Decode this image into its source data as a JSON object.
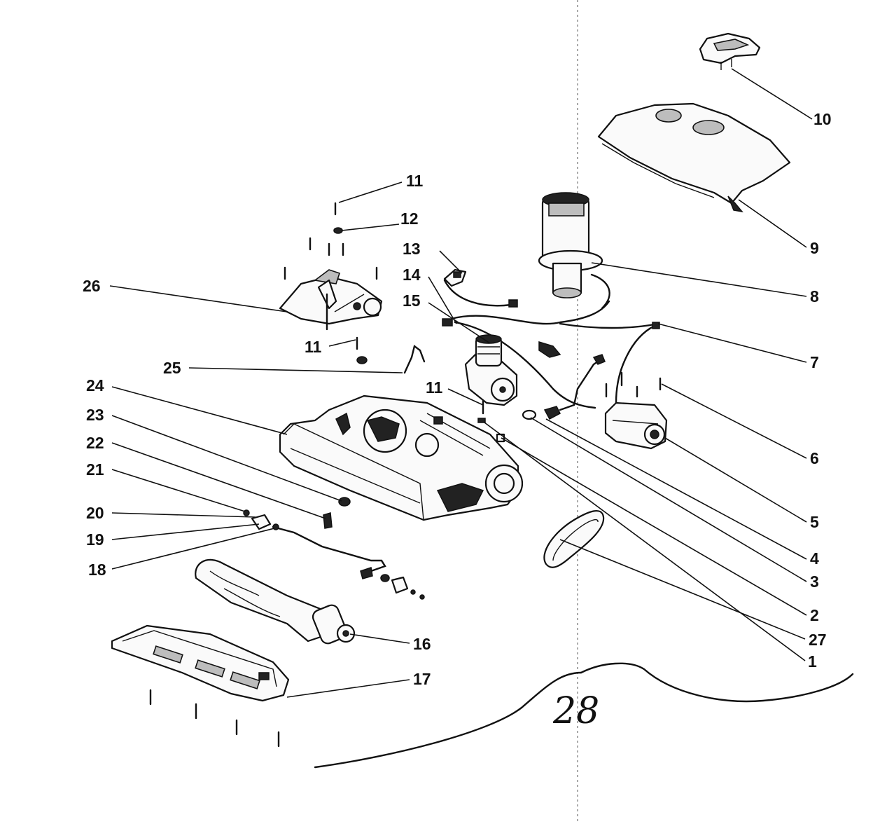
{
  "figure_number": "28",
  "callouts": [
    {
      "id": "c1",
      "text": "1"
    },
    {
      "id": "c2",
      "text": "2"
    },
    {
      "id": "c3",
      "text": "3"
    },
    {
      "id": "c4",
      "text": "4"
    },
    {
      "id": "c5",
      "text": "5"
    },
    {
      "id": "c6",
      "text": "6"
    },
    {
      "id": "c7",
      "text": "7"
    },
    {
      "id": "c8",
      "text": "8"
    },
    {
      "id": "c9",
      "text": "9"
    },
    {
      "id": "c10",
      "text": "10"
    },
    {
      "id": "c11a",
      "text": "11"
    },
    {
      "id": "c12",
      "text": "12"
    },
    {
      "id": "c13",
      "text": "13"
    },
    {
      "id": "c14",
      "text": "14"
    },
    {
      "id": "c15",
      "text": "15"
    },
    {
      "id": "c26",
      "text": "26"
    },
    {
      "id": "c11b",
      "text": "11"
    },
    {
      "id": "c25",
      "text": "25"
    },
    {
      "id": "c11c",
      "text": "11"
    },
    {
      "id": "c24",
      "text": "24"
    },
    {
      "id": "c23",
      "text": "23"
    },
    {
      "id": "c22",
      "text": "22"
    },
    {
      "id": "c21",
      "text": "21"
    },
    {
      "id": "c20",
      "text": "20"
    },
    {
      "id": "c19",
      "text": "19"
    },
    {
      "id": "c18",
      "text": "18"
    },
    {
      "id": "c16",
      "text": "16"
    },
    {
      "id": "c17",
      "text": "17"
    },
    {
      "id": "c27",
      "text": "27"
    }
  ]
}
